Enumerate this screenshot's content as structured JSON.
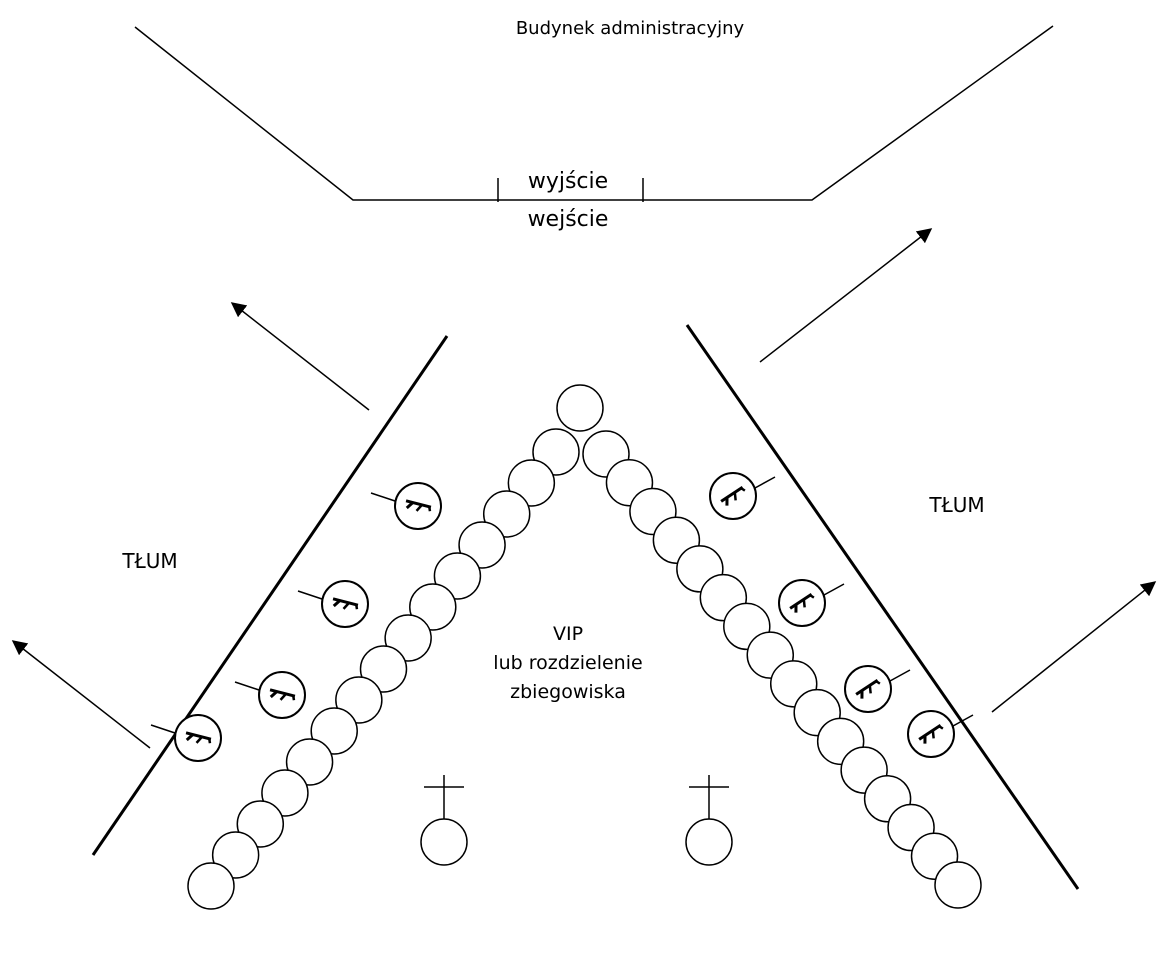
{
  "labels": {
    "building": "Budynek administracyjny",
    "exit": "wyjście",
    "entrance": "wejście",
    "crowd_left": "TŁUM",
    "crowd_right": "TŁUM",
    "vip_line1": "VIP",
    "vip_line2": "lub rozdzielenie",
    "vip_line3": "zbiegowiska"
  },
  "colors": {
    "stroke": "#000000",
    "background": "#ffffff"
  },
  "icons": {
    "guard": "armed-officer-icon",
    "commander": "commander-icon",
    "arrow": "movement-arrow-icon"
  }
}
